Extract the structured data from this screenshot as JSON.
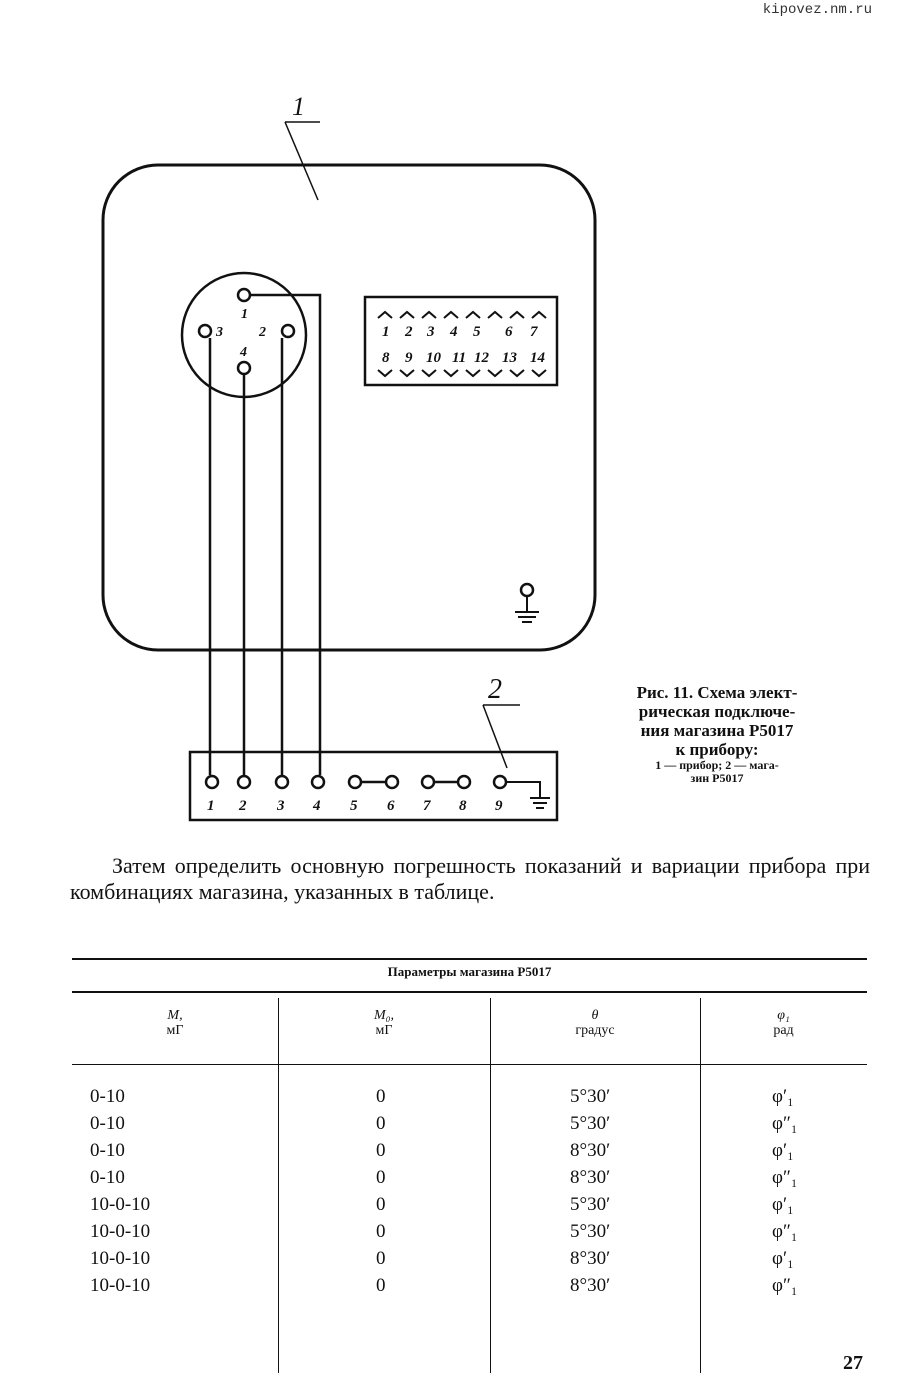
{
  "header": {
    "site": "kipovez.nm.ru"
  },
  "figure": {
    "label_device": "1",
    "label_box": "2",
    "socket_pins": [
      "1",
      "2",
      "3",
      "4"
    ],
    "indicator_top": [
      "1",
      "2",
      "3",
      "4",
      "5",
      "6",
      "7"
    ],
    "indicator_bottom": [
      "8",
      "9",
      "10",
      "11",
      "12",
      "13",
      "14"
    ],
    "terminals": [
      "1",
      "2",
      "3",
      "4",
      "5",
      "6",
      "7",
      "8",
      "9"
    ],
    "caption_lines": [
      "Рис. 11. Схема элект-",
      "рическая подключе-",
      "ния магазина Р5017",
      "к прибору:"
    ],
    "legend_lines": [
      "1 — прибор; 2 — мага-",
      "зин Р5017"
    ]
  },
  "body_text": "Затем определить основную погрешность показаний и вариации прибора при комбинациях магазина, указанных в таблице.",
  "table": {
    "title": "Параметры магазина Р5017",
    "headers": [
      {
        "symbol": "M,",
        "unit": "мГ"
      },
      {
        "symbol": "M₀,",
        "unit": "мГ"
      },
      {
        "symbol": "θ",
        "unit": "градус"
      },
      {
        "symbol": "φ₁",
        "unit": "рад"
      }
    ],
    "rows": [
      [
        "0-10",
        "0",
        "5°30′",
        "φ′₁"
      ],
      [
        "0-10",
        "0",
        "5°30′",
        "φ″₁"
      ],
      [
        "0-10",
        "0",
        "8°30′",
        "φ′₁"
      ],
      [
        "0-10",
        "0",
        "8°30′",
        "φ″₁"
      ],
      [
        "10-0-10",
        "0",
        "5°30′",
        "φ′₁"
      ],
      [
        "10-0-10",
        "0",
        "5°30′",
        "φ″₁"
      ],
      [
        "10-0-10",
        "0",
        "8°30′",
        "φ′₁"
      ],
      [
        "10-0-10",
        "0",
        "8°30′",
        "φ″₁"
      ]
    ]
  },
  "page_number": "27"
}
